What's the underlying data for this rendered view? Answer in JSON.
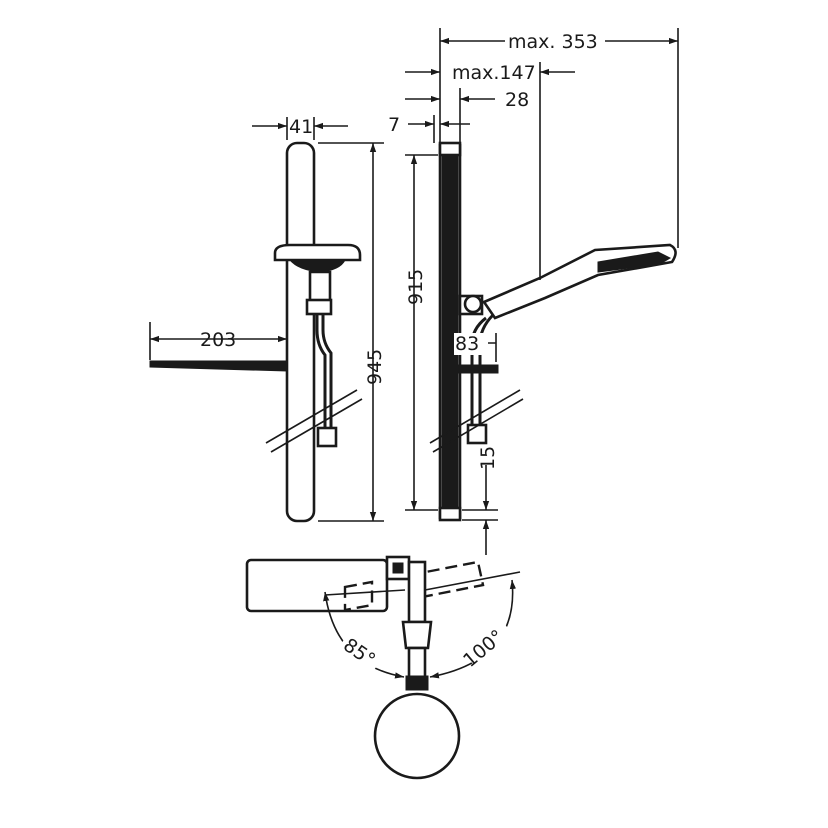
{
  "dimensions": {
    "max_353": "max. 353",
    "max_147": "max.147",
    "d28": "28",
    "d7": "7",
    "d41": "41",
    "d203": "203",
    "d945": "945",
    "d915": "915",
    "d83": "83",
    "d15": "15",
    "angle_85": "85°",
    "angle_100": "100°"
  }
}
